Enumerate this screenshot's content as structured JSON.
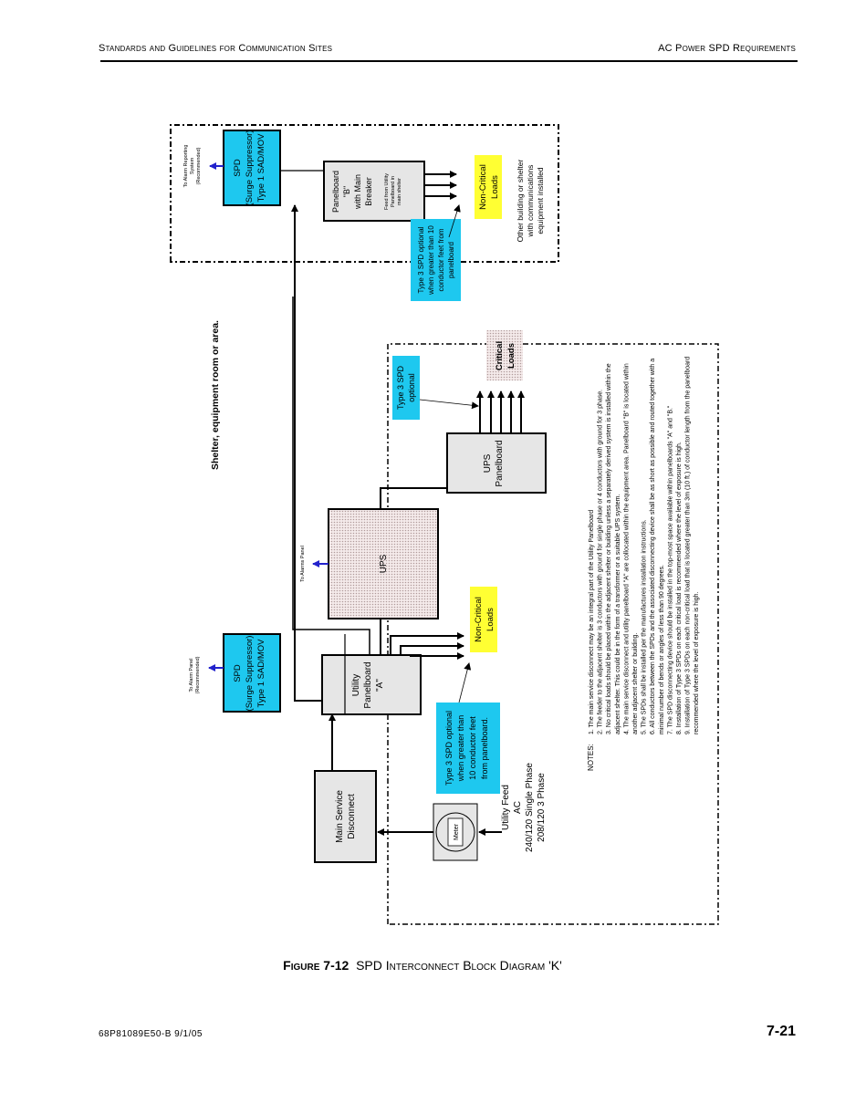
{
  "header": {
    "left": "Standards and Guidelines for Communication Sites",
    "right": "AC Power SPD Requirements"
  },
  "diagram": {
    "colors": {
      "spd_fill": "#1ec8ef",
      "noncritical_fill": "#ffff33",
      "critical_fill": "#f0dede",
      "ups_fill": "#eadada",
      "panel_fill": "#e6e6e6",
      "alarm_arrow": "#2222cc"
    },
    "shelter_label": "Shelter, equipment room or area.",
    "other_building_label": [
      "Other building or shelter",
      "with communications",
      "equipment installed"
    ],
    "spd_a": {
      "lines": [
        "SPD",
        "(Surge Suppressor)",
        "Type 1  SAD/MOV"
      ]
    },
    "spd_a_alarm": [
      "To Alarm Panel",
      "(Recommended)"
    ],
    "spd_b": {
      "lines": [
        "SPD",
        "(Surge Suppressor)",
        "Type 1  SAD/MOV"
      ]
    },
    "spd_b_alarm": [
      "To Alarm Reporting",
      "System",
      "(Recommended)"
    ],
    "panelboard_b": {
      "lines": [
        "Panelboard",
        "\"B\"",
        "with Main",
        "Breaker"
      ],
      "sub": [
        "Feed from Utility",
        "Panelboard in",
        "main shelter"
      ]
    },
    "noncritical_b": [
      "Non-Critical",
      "Loads"
    ],
    "type3_b": [
      "Type 3 SPD optional",
      "when greater than 10",
      "conductor feet from",
      "panelboard"
    ],
    "utility_panel": [
      "Utility",
      "Panelboard",
      "\"A\""
    ],
    "noncritical_a": [
      "Non-Critical",
      "Loads"
    ],
    "type3_a": [
      "Type 3 SPD optional",
      "when greater than",
      "10 conductor feet",
      "from panelboard."
    ],
    "ups": "UPS",
    "ups_alarm": "To Alarms Panel",
    "ups_panel": [
      "UPS",
      "Panelboard"
    ],
    "critical_loads": [
      "Critical",
      "Loads"
    ],
    "type3_critical": [
      "Type 3 SPD",
      "optional"
    ],
    "main_disconnect": [
      "Main Service",
      "Disconnect"
    ],
    "meter": "Meter",
    "utility_feed": [
      "Utility Feed",
      "AC",
      "240/120 Single Phase",
      "208/120  3 Phase"
    ],
    "notes_label": "NOTES:",
    "notes": [
      "1.  The main service disconnect may be an integral part of the Utility Panelboard",
      "2.  The feeder to the adjacent shelter is 3 conductors with ground for single phase or 4 conductors with ground for 3 phase.",
      "3.  No critical loads should be placed within the adjacent shelter or building unless a separately derived system is installed within the",
      "adjacent shelter.  This could be in the form of a transformer or a suitable UPS system.",
      "4.  The main service disconnect and utility panelboard \"A\" are collocated within the equipment area.  Panelboard \"B\" is located within",
      "another adjacent shelter or building.",
      "5.   The SPDs shall be installed per the manufactures installation instructions.",
      "6.  All conductors between the SPDs and the associated disconnecting device shall be as short as possible and routed together with a",
      "minimal number of bends or angles of less than 90 degrees.",
      "7.  The SPD disconnecting device should be installed in the top-most space available within panelboards \"A\" and \"B.\"",
      "8.  Installation of Type 3  SPDs on each critical load is recommended where the level of exposure is high.",
      "9.  Installation of Type 3  SPDs on each non-critical load that is located greater than 3m (10 ft.) of conductor length from the panelboard",
      "recommended where the level of exposure is high."
    ]
  },
  "caption": {
    "figure": "Figure 7-12",
    "title": "SPD Interconnect Block Diagram 'K'"
  },
  "footer": {
    "doc_id": "68P81089E50-B   9/1/05",
    "page": "7-21"
  }
}
